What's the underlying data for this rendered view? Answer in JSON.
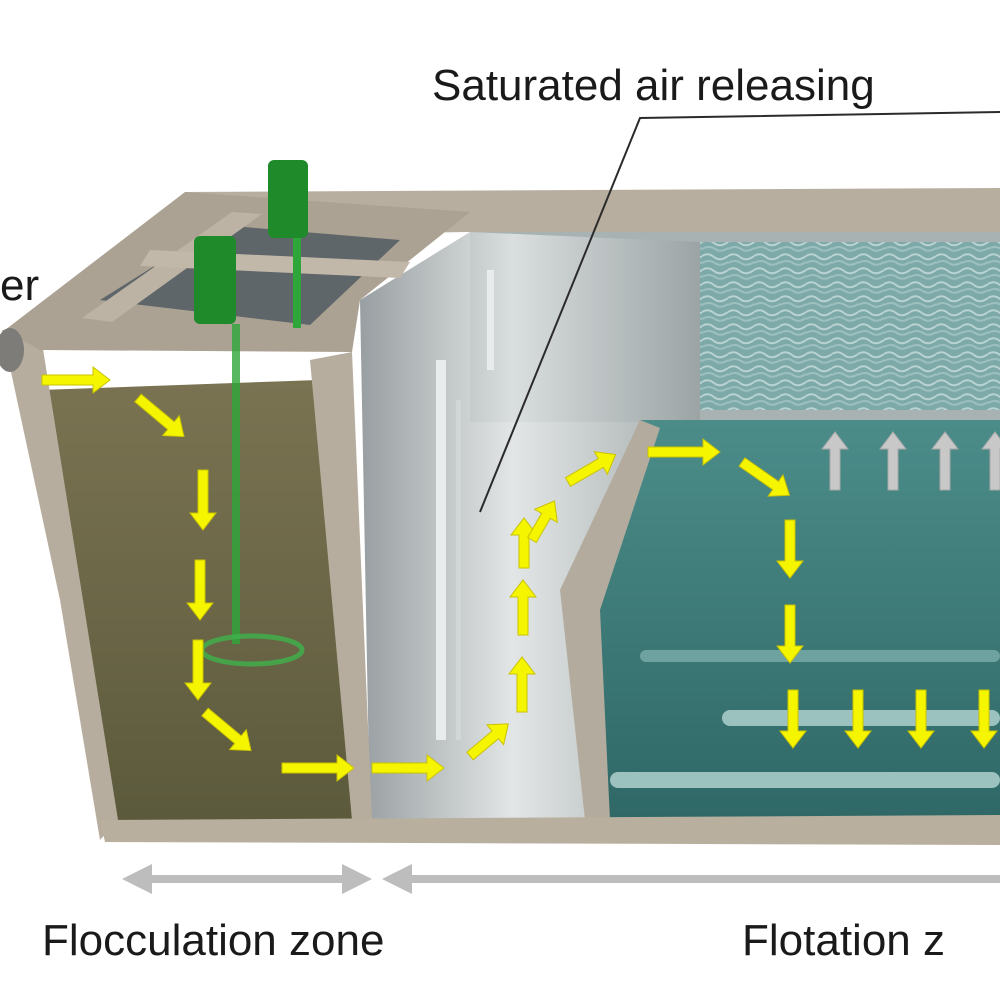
{
  "labels": {
    "top": "Saturated air releasing",
    "left_partial": "er",
    "flocculation": "Flocculation zone",
    "flotation_partial": "Flotation z"
  },
  "colors": {
    "flow_arrow": "#f5f500",
    "rising_arrow": "#c8c8c8",
    "zone_arrow": "#bdbdbd",
    "wall": "#b3a99a",
    "flocculation_water": "#6e6a48",
    "flotation_water": "#3f7d7b",
    "mixer": "#1f8a2a"
  },
  "icons": {
    "flow": "arrow-icon",
    "rise": "up-arrow-icon",
    "zone": "double-arrow-icon"
  }
}
